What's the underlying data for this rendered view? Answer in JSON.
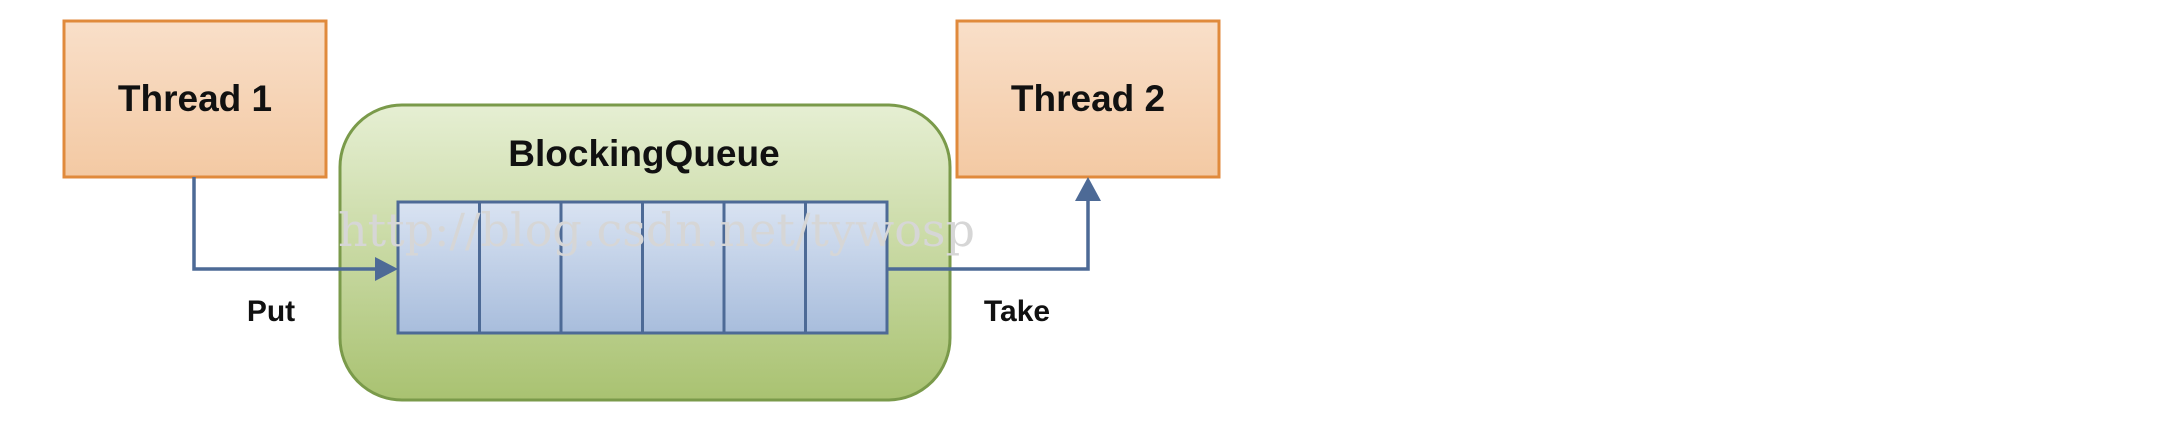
{
  "diagram": {
    "thread1": {
      "label": "Thread 1"
    },
    "thread2": {
      "label": "Thread 2"
    },
    "queue": {
      "label": "BlockingQueue",
      "slot_count": 6
    },
    "put_label": "Put",
    "take_label": "Take",
    "watermark": "http://blog.csdn.net/tywosp"
  },
  "colors": {
    "thread_fill_top": "#f9dfc9",
    "thread_fill_bottom": "#f3c9a3",
    "thread_border": "#e08a3c",
    "queue_fill_top": "#e6efd3",
    "queue_fill_bottom": "#a9c271",
    "queue_border": "#7a9a4a",
    "slot_fill_top": "#d9e3f2",
    "slot_fill_bottom": "#a8bddc",
    "slot_border": "#4d6a96",
    "arrow": "#4d6a96",
    "text": "#111111",
    "watermark": "#d6d6d6"
  }
}
